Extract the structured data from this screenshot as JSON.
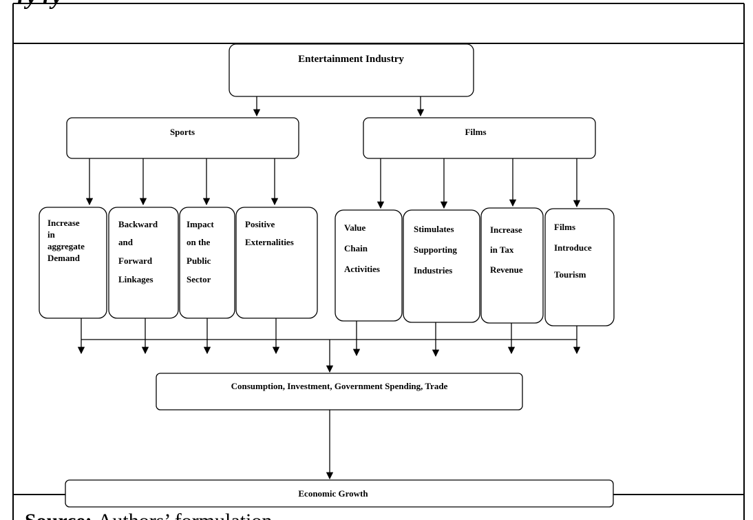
{
  "header_partial_text": "ry       ry",
  "diagram": {
    "root": "Entertainment Industry",
    "branches": [
      {
        "label": "Sports",
        "effects": [
          [
            "Increase",
            "in",
            "aggregate",
            "Demand"
          ],
          [
            "Backward",
            "and",
            "Forward",
            "Linkages"
          ],
          [
            "Impact",
            "on the",
            "Public",
            "Sector"
          ],
          [
            "Positive",
            "Externalities"
          ]
        ]
      },
      {
        "label": "Films",
        "effects": [
          [
            "Value",
            "Chain",
            "Activities"
          ],
          [
            "Stimulates",
            "Supporting",
            "Industries"
          ],
          [
            "Increase",
            "in Tax",
            "Revenue"
          ],
          [
            "Films",
            "Introduce",
            "Tourism"
          ]
        ]
      }
    ],
    "channels": "Consumption, Investment, Government Spending, Trade",
    "outcome": "Economic Growth"
  },
  "source": {
    "label": "Source:",
    "text": "Authors’ formulation"
  }
}
